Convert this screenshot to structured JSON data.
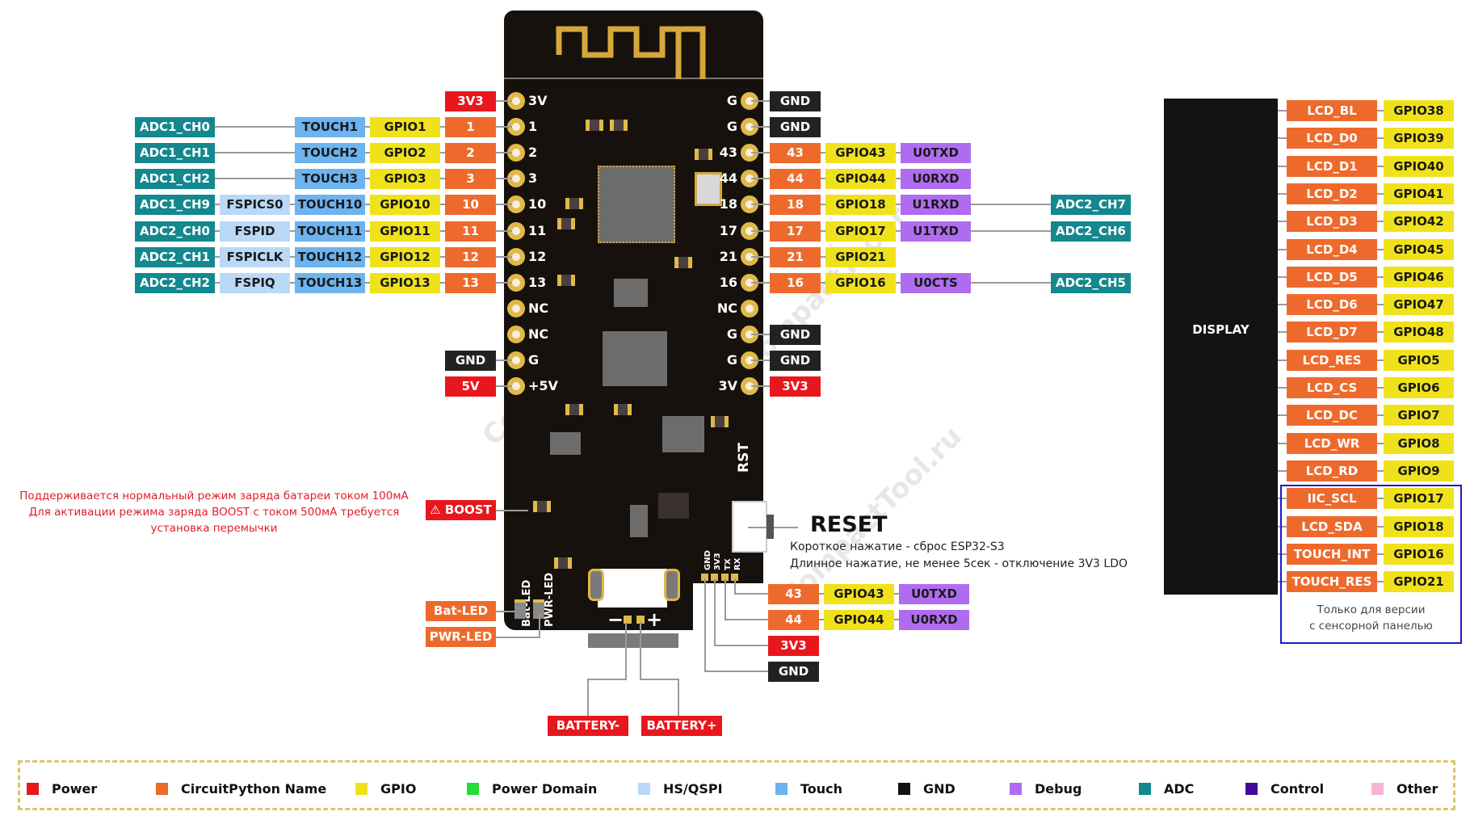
{
  "title": "ESP32-S3 T-Display-S3 pinout",
  "colors": {
    "power": "#e8171d",
    "circuitpython": "#ee6a2c",
    "gpio": "#f0e21a",
    "power_domain": "#22dd33",
    "hs_qspi": "#b9d9f6",
    "touch": "#6cb3ef",
    "gnd": "#111111",
    "debug": "#b06cf0",
    "adc": "#13888e",
    "control": "#3f0a9c",
    "other": "#f7b3d3"
  },
  "board": {
    "left_pins": [
      {
        "silk": "3V",
        "name": "3V3",
        "type": "power"
      },
      {
        "silk": "1",
        "name": "1",
        "gpio": "GPIO1",
        "touch": "TOUCH1",
        "adc": "ADC1_CH0"
      },
      {
        "silk": "2",
        "name": "2",
        "gpio": "GPIO2",
        "touch": "TOUCH2",
        "adc": "ADC1_CH1"
      },
      {
        "silk": "3",
        "name": "3",
        "gpio": "GPIO3",
        "touch": "TOUCH3",
        "adc": "ADC1_CH2"
      },
      {
        "silk": "10",
        "name": "10",
        "gpio": "GPIO10",
        "touch": "TOUCH10",
        "qspi": "FSPICS0",
        "adc": "ADC1_CH9"
      },
      {
        "silk": "11",
        "name": "11",
        "gpio": "GPIO11",
        "touch": "TOUCH11",
        "qspi": "FSPID",
        "adc": "ADC2_CH0"
      },
      {
        "silk": "12",
        "name": "12",
        "gpio": "GPIO12",
        "touch": "TOUCH12",
        "qspi": "FSPICLK",
        "adc": "ADC2_CH1"
      },
      {
        "silk": "13",
        "name": "13",
        "gpio": "GPIO13",
        "touch": "TOUCH13",
        "qspi": "FSPIQ",
        "adc": "ADC2_CH2"
      },
      {
        "silk": "NC"
      },
      {
        "silk": "NC"
      },
      {
        "silk": "G",
        "name": "GND",
        "type": "gnd"
      },
      {
        "silk": "+5V",
        "name": "5V",
        "type": "power"
      }
    ],
    "right_pins": [
      {
        "silk": "G",
        "name": "GND",
        "type": "gnd"
      },
      {
        "silk": "G",
        "name": "GND",
        "type": "gnd"
      },
      {
        "silk": "43",
        "name": "43",
        "gpio": "GPIO43",
        "debug": "U0TXD"
      },
      {
        "silk": "44",
        "name": "44",
        "gpio": "GPIO44",
        "debug": "U0RXD"
      },
      {
        "silk": "18",
        "name": "18",
        "gpio": "GPIO18",
        "debug": "U1RXD",
        "adc": "ADC2_CH7"
      },
      {
        "silk": "17",
        "name": "17",
        "gpio": "GPIO17",
        "debug": "U1TXD",
        "adc": "ADC2_CH6"
      },
      {
        "silk": "21",
        "name": "21",
        "gpio": "GPIO21"
      },
      {
        "silk": "16",
        "name": "16",
        "gpio": "GPIO16",
        "debug": "U0CTS",
        "adc": "ADC2_CH5"
      },
      {
        "silk": "NC"
      },
      {
        "silk": "G",
        "name": "GND",
        "type": "gnd"
      },
      {
        "silk": "G",
        "name": "GND",
        "type": "gnd"
      },
      {
        "silk": "3V",
        "name": "3V3",
        "type": "power"
      }
    ],
    "header_silk": [
      "GND",
      "3V3",
      "TX",
      "RX"
    ],
    "header_labels": [
      {
        "name": "43",
        "gpio": "GPIO43",
        "debug": "U0TXD"
      },
      {
        "name": "44",
        "gpio": "GPIO44",
        "debug": "U0RXD"
      },
      {
        "name": "3V3"
      },
      {
        "name": "GND"
      }
    ],
    "rst_silk": "RST",
    "bat_led_silk": "Bat-LED",
    "pwr_led_silk": "PWR-LED",
    "minus": "−",
    "plus": "+"
  },
  "labels": {
    "boost": "BOOST",
    "bat_led": "Bat-LED",
    "pwr_led": "PWR-LED",
    "battery_minus": "BATTERY-",
    "battery_plus": "BATTERY+",
    "reset": "RESET"
  },
  "notes": {
    "boost_lines": [
      "Поддерживается нормальный режим заряда батареи током 100мА",
      "Для активации режима заряда BOOST с током 500мА требуется",
      "установка перемычки"
    ],
    "reset_lines": [
      "Короткое нажатие - сброс ESP32-S3",
      "Длинное нажатие, не менее 5сек - отключение 3V3 LDO"
    ],
    "touch_only_lines": [
      "Только для версии",
      "с сенсорной панелью"
    ]
  },
  "display": {
    "title": "DISPLAY",
    "pins": [
      {
        "name": "LCD_BL",
        "gpio": "GPIO38"
      },
      {
        "name": "LCD_D0",
        "gpio": "GPIO39"
      },
      {
        "name": "LCD_D1",
        "gpio": "GPIO40"
      },
      {
        "name": "LCD_D2",
        "gpio": "GPIO41"
      },
      {
        "name": "LCD_D3",
        "gpio": "GPIO42"
      },
      {
        "name": "LCD_D4",
        "gpio": "GPIO45"
      },
      {
        "name": "LCD_D5",
        "gpio": "GPIO46"
      },
      {
        "name": "LCD_D6",
        "gpio": "GPIO47"
      },
      {
        "name": "LCD_D7",
        "gpio": "GPIO48"
      },
      {
        "name": "LCD_RES",
        "gpio": "GPIO5"
      },
      {
        "name": "LCD_CS",
        "gpio": "GPIO6"
      },
      {
        "name": "LCD_DC",
        "gpio": "GPIO7"
      },
      {
        "name": "LCD_WR",
        "gpio": "GPIO8"
      },
      {
        "name": "LCD_RD",
        "gpio": "GPIO9"
      },
      {
        "name": "IIC_SCL",
        "gpio": "GPIO17"
      },
      {
        "name": "LCD_SDA",
        "gpio": "GPIO18"
      },
      {
        "name": "TOUCH_INT",
        "gpio": "GPIO16"
      },
      {
        "name": "TOUCH_RES",
        "gpio": "GPIO21"
      }
    ]
  },
  "legend": [
    {
      "label": "Power",
      "key": "power"
    },
    {
      "label": "CircuitPython Name",
      "key": "circuitpython"
    },
    {
      "label": "GPIO",
      "key": "gpio"
    },
    {
      "label": "Power Domain",
      "key": "power_domain"
    },
    {
      "label": "HS/QSPI",
      "key": "hs_qspi"
    },
    {
      "label": "Touch",
      "key": "touch"
    },
    {
      "label": "GND",
      "key": "gnd"
    },
    {
      "label": "Debug",
      "key": "debug"
    },
    {
      "label": "ADC",
      "key": "adc"
    },
    {
      "label": "Control",
      "key": "control"
    },
    {
      "label": "Other",
      "key": "other"
    }
  ],
  "watermark": "CompactTool.ru"
}
